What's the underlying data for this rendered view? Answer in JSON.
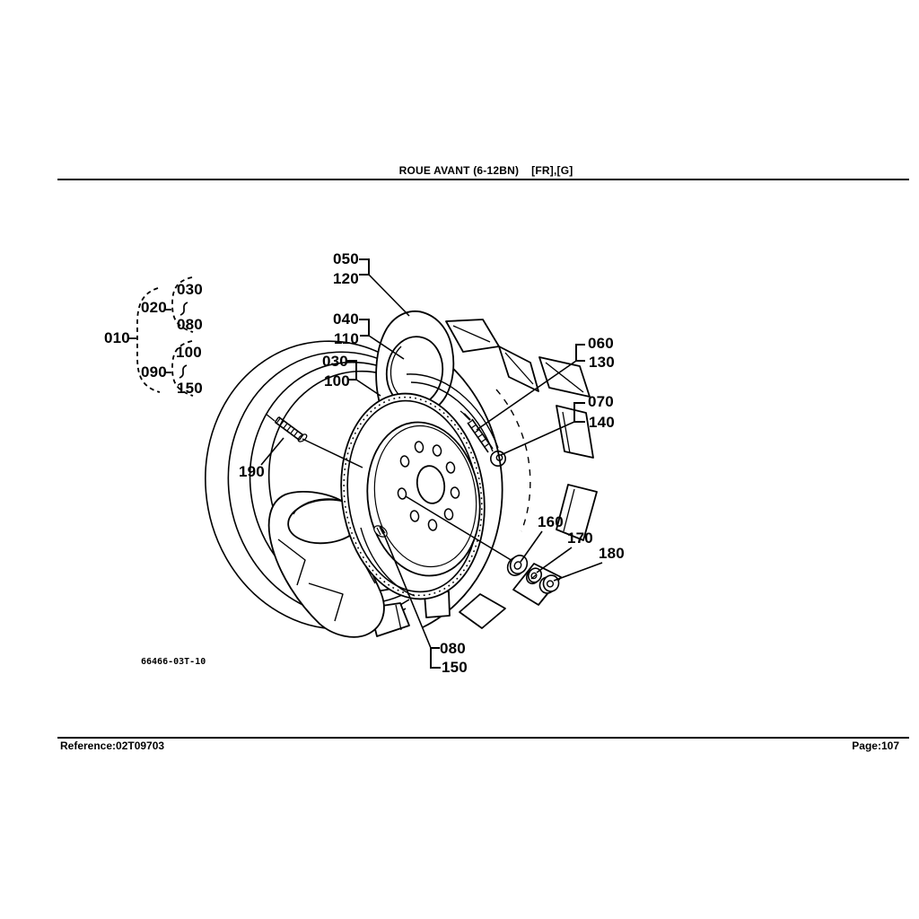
{
  "page": {
    "header": {
      "title": "ROUE AVANT (6-12BN)",
      "tags": "[FR],[G]"
    },
    "footer": {
      "reference": "Reference:02T09703",
      "page": "Page:107"
    }
  },
  "diagram": {
    "drawing_code": "66466-03T-10",
    "legend": {
      "root": "010",
      "group1": {
        "parent": "020",
        "from": "030",
        "to": "080"
      },
      "group2": {
        "parent": "090",
        "from": "100",
        "to": "150"
      }
    },
    "callouts": {
      "c030": "030",
      "c040": "040",
      "c050": "050",
      "c060": "060",
      "c070": "070",
      "c080": "080",
      "c100": "100",
      "c110": "110",
      "c120": "120",
      "c130": "130",
      "c140": "140",
      "c150": "150",
      "c160": "160",
      "c170": "170",
      "c180": "180",
      "c190": "190"
    }
  },
  "colors": {
    "ink": "#000000",
    "paper": "#ffffff"
  }
}
